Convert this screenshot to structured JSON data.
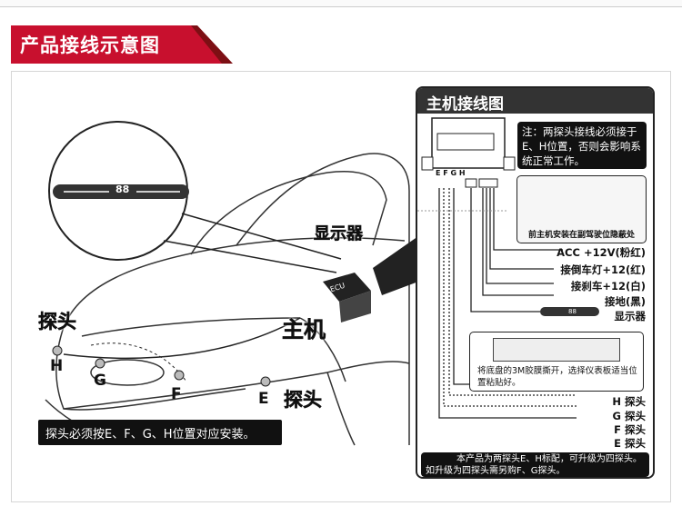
{
  "section_title": "产品接线示意图",
  "car": {
    "display_label": "显示器",
    "ecu_label": "ECU",
    "host_label": "主机",
    "probe_label_left": "探头",
    "probe_label_right": "探头",
    "display_readout": "88",
    "positions": [
      "H",
      "G",
      "F",
      "E"
    ],
    "note": "探头必须按E、F、G、H位置对应安装。"
  },
  "wiring": {
    "title": "主机接线图",
    "port_letters": "E F G H",
    "warning": "注：两探头接线必须接于E、H位置，否则会影响系统正常工作。",
    "install_caption": "前主机安装在副驾驶位隐蔽处",
    "wires": [
      "ACC +12V(粉红)",
      "接倒车灯+12(红)",
      "接刹车+12(白)",
      "接地(黑)"
    ],
    "display_label": "显示器",
    "display_readout": "88",
    "tape_caption": "将底盘的3M胶膜撕开，选择仪表板适当位置粘贴好。",
    "probes": [
      "H 探头",
      "G 探头",
      "F 探头",
      "E 探头"
    ],
    "bottom_note": "本产品为两探头E、H标配，可升级为四探头。如升级为四探头需另购F、G探头。"
  }
}
